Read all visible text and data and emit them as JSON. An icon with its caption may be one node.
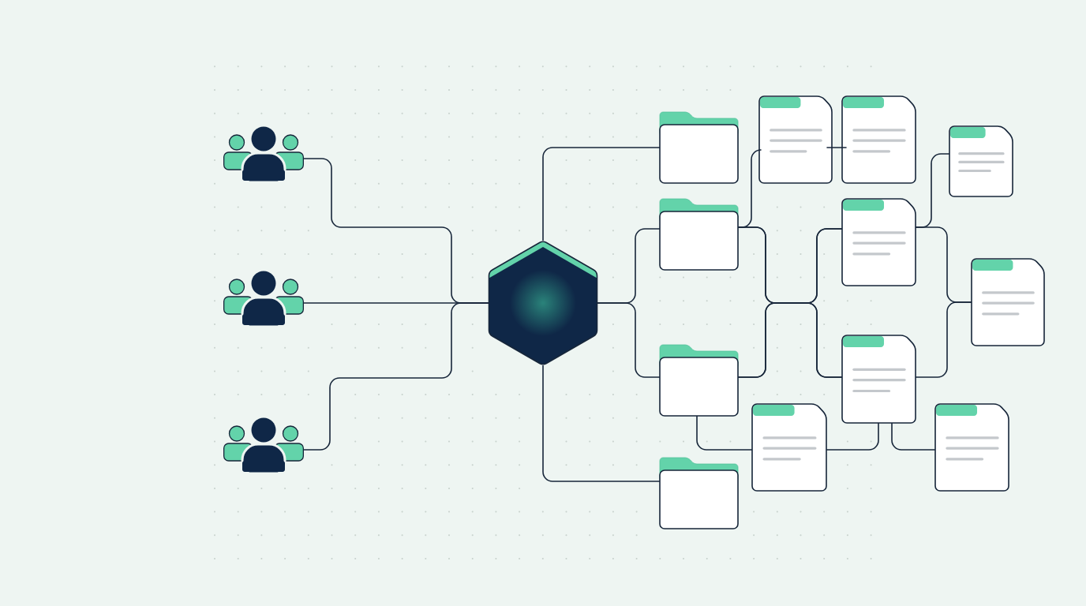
{
  "diagram": {
    "nodes": [
      {
        "text": [],
        "shape": "person"
      },
      {
        "text": [],
        "shape": "person"
      },
      {
        "text": [],
        "shape": "person"
      },
      {
        "text": [],
        "shape": "hexagon"
      },
      {
        "text": [],
        "shape": "folder"
      },
      {
        "text": [],
        "shape": "folder"
      },
      {
        "text": [],
        "shape": "folder"
      },
      {
        "text": [],
        "shape": "folder"
      },
      {
        "text": [],
        "shape": "document"
      },
      {
        "text": [],
        "shape": "document"
      },
      {
        "text": [],
        "shape": "document"
      },
      {
        "text": [],
        "shape": "document"
      },
      {
        "text": [],
        "shape": "document"
      },
      {
        "text": [],
        "shape": "document"
      },
      {
        "text": [],
        "shape": "document"
      },
      {
        "text": [],
        "shape": "document"
      }
    ],
    "edges": [
      {
        "from": 0,
        "to": 3,
        "arrow": "none"
      },
      {
        "from": 1,
        "to": 3,
        "arrow": "none"
      },
      {
        "from": 2,
        "to": 3,
        "arrow": "none"
      },
      {
        "from": 3,
        "to": 4,
        "arrow": "none"
      },
      {
        "from": 3,
        "to": 5,
        "arrow": "none"
      },
      {
        "from": 3,
        "to": 6,
        "arrow": "none"
      },
      {
        "from": 3,
        "to": 7,
        "arrow": "none"
      },
      {
        "from": 5,
        "to": 8,
        "arrow": "none"
      },
      {
        "from": 5,
        "to": 11,
        "arrow": "none"
      },
      {
        "from": 5,
        "to": 13,
        "arrow": "none"
      },
      {
        "from": 6,
        "to": 11,
        "arrow": "none"
      },
      {
        "from": 6,
        "to": 13,
        "arrow": "none"
      },
      {
        "from": 8,
        "to": 9,
        "arrow": "none"
      },
      {
        "from": 11,
        "to": 10,
        "arrow": "none"
      },
      {
        "from": 11,
        "to": 12,
        "arrow": "none"
      },
      {
        "from": 13,
        "to": 12,
        "arrow": "none"
      },
      {
        "from": 6,
        "to": 14,
        "arrow": "none"
      },
      {
        "from": 14,
        "to": 13,
        "arrow": "none"
      },
      {
        "from": 13,
        "to": 15,
        "arrow": "none"
      }
    ]
  }
}
